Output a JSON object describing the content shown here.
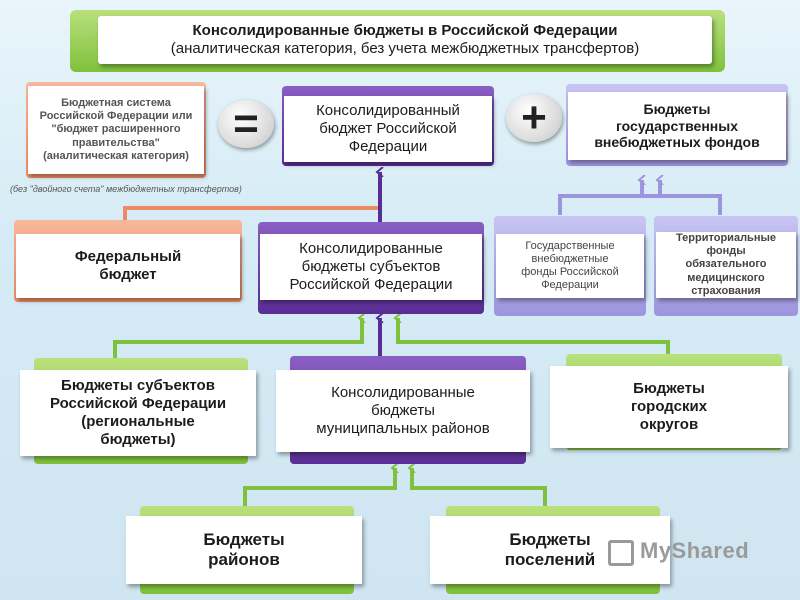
{
  "title": {
    "line1": "Консолидированные бюджеты в Российской Федерации",
    "line2": "(аналитическая категория, без учета межбюджетных трансфертов)"
  },
  "top": {
    "budget_system": [
      "Бюджетная система",
      "Российской Федерации или",
      "\"бюджет расширенного",
      "правительства\"",
      "(аналитическая категория)"
    ],
    "equals": "=",
    "consolidated_rf": [
      "Консолидированный",
      "бюджет Российской",
      "Федерации"
    ],
    "plus": "+",
    "extrabudgetary": [
      "Бюджеты",
      "государственных",
      "внебюджетных фондов"
    ]
  },
  "note": "(без \"двойного счета\" межбюджетных трансфертов)",
  "middle": {
    "federal": [
      "Федеральный",
      "бюджет"
    ],
    "consolidated_subjects": [
      "Консолидированные",
      "бюджеты субъектов",
      "Российской Федерации"
    ],
    "state_funds": [
      "Государственные",
      "внебюджетные",
      "фонды Российской",
      "Федерации"
    ],
    "territorial_funds": [
      "Территориальные",
      "фонды",
      "обязательного",
      "медицинского",
      "страхования"
    ]
  },
  "lower": {
    "regional": [
      "Бюджеты субъектов",
      "Российской Федерации",
      "(региональные",
      "бюджеты)"
    ],
    "municipal": [
      "Консолидированные",
      "бюджеты",
      "муниципальных районов"
    ],
    "urban": [
      "Бюджеты",
      "городских",
      "округов"
    ]
  },
  "bottom": {
    "districts": [
      "Бюджеты",
      "районов"
    ],
    "settlements": [
      "Бюджеты",
      "поселений"
    ]
  },
  "watermark": "MyShared"
}
